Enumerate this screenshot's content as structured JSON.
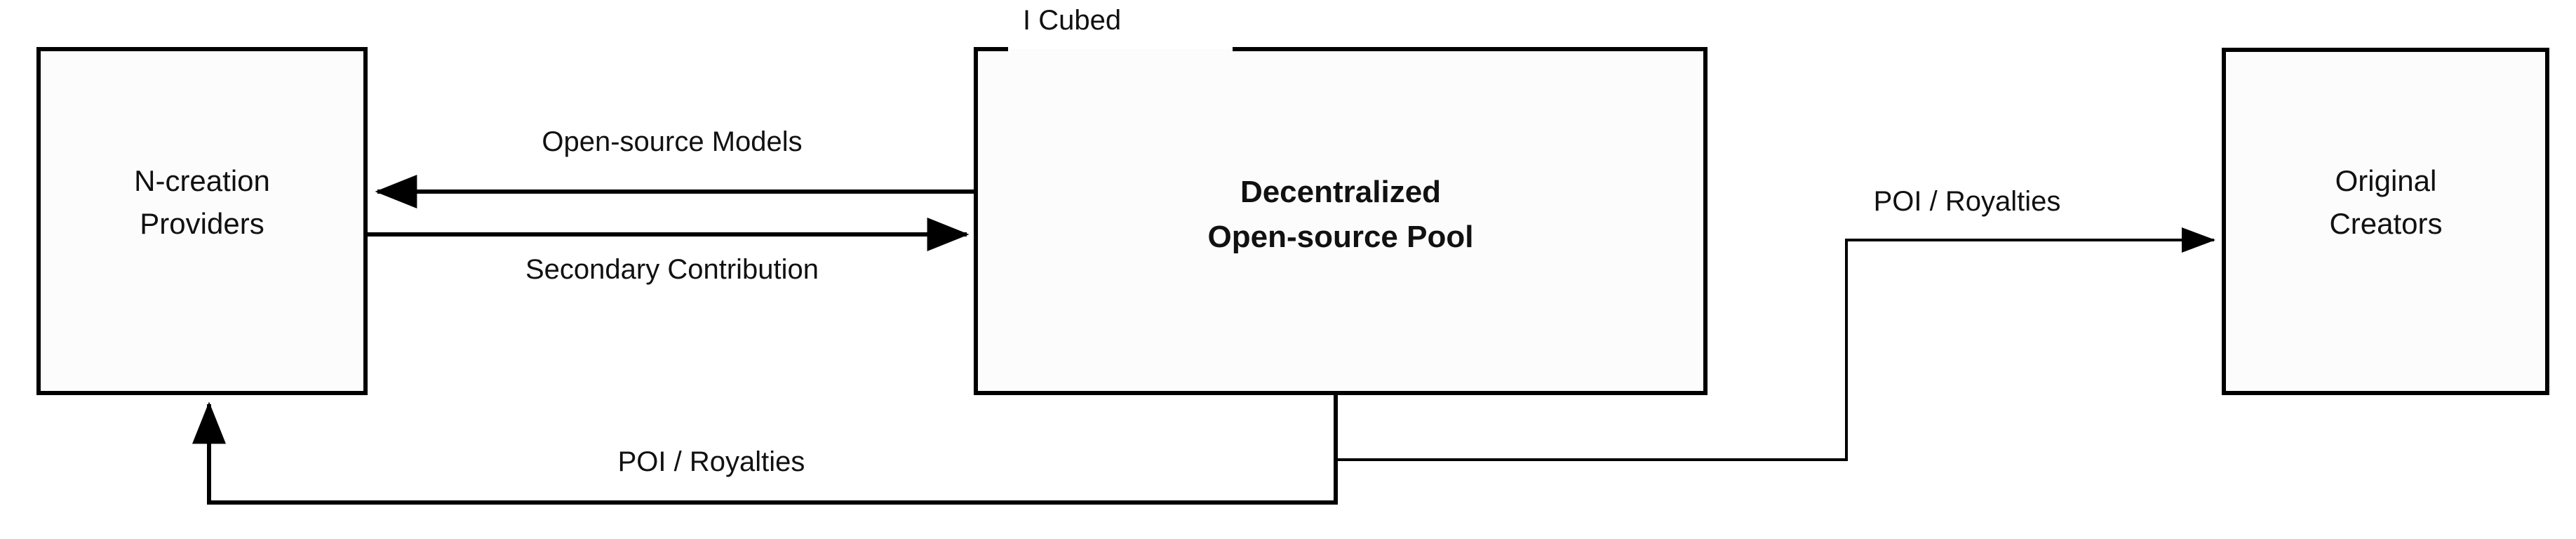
{
  "diagram": {
    "title": "I Cubed open-source pool flow diagram",
    "background_color": "#ffffff",
    "stroke_color": "#000000",
    "node_fill_color": "#fcfcfc",
    "group": {
      "legend_label": "I Cubed"
    },
    "nodes": [
      {
        "id": "n-creation-providers",
        "line1": "N-creation",
        "line2": "Providers",
        "bold": false
      },
      {
        "id": "decentralized-open-source-pool",
        "line1": "Decentralized",
        "line2": "Open-source Pool",
        "bold": true
      },
      {
        "id": "original-creators",
        "line1": "Original",
        "line2": "Creators",
        "bold": false
      }
    ],
    "edges": [
      {
        "id": "open-source-models",
        "label": "Open-source Models",
        "from": "decentralized-open-source-pool",
        "to": "n-creation-providers",
        "direction": "left"
      },
      {
        "id": "secondary-contribution",
        "label": "Secondary Contribution",
        "from": "n-creation-providers",
        "to": "decentralized-open-source-pool",
        "direction": "right"
      },
      {
        "id": "poi-royalties-to-creators",
        "label": "POI / Royalties",
        "from": "decentralized-open-source-pool",
        "to": "original-creators",
        "direction": "right"
      },
      {
        "id": "poi-royalties-to-providers",
        "label": "POI / Royalties",
        "from": "decentralized-open-source-pool",
        "to": "n-creation-providers",
        "direction": "up"
      }
    ]
  }
}
